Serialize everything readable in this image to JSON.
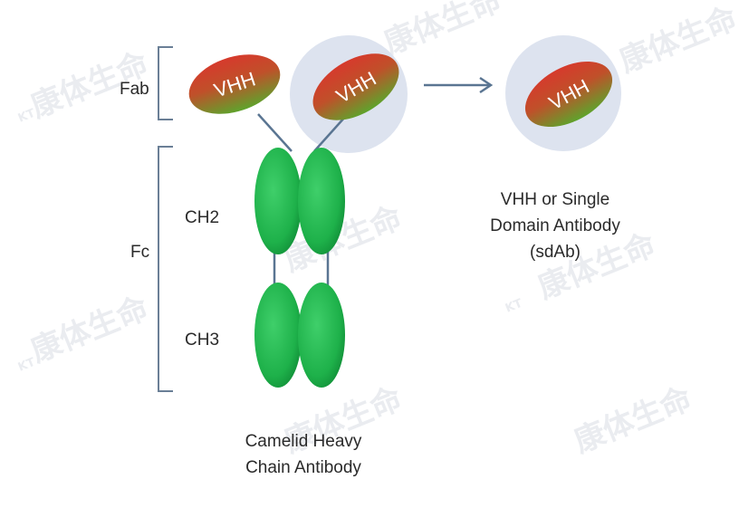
{
  "diagram": {
    "labels": {
      "fab": "Fab",
      "fc": "Fc",
      "ch2": "CH2",
      "ch3": "CH3"
    },
    "domains": {
      "left_vhh": "VHH",
      "right_vhh": "VHH",
      "single_vhh": "VHH"
    },
    "captions": {
      "antibody_line1": "Camelid Heavy",
      "antibody_line2": "Chain Antibody",
      "sdab_line1": "VHH or Single",
      "sdab_line2": "Domain Antibody",
      "sdab_line3": "(sdAb)"
    },
    "watermark": {
      "text": "康体生命",
      "sub": "KT"
    },
    "colors": {
      "vhh_green": "#5fa32c",
      "vhh_red": "#d63a2c",
      "constant_green": "#1eb14a",
      "constant_dark": "#0f8a35",
      "bracket": "#6a7f96",
      "circle": "#dde3ef",
      "arrow": "#5a7592"
    }
  }
}
